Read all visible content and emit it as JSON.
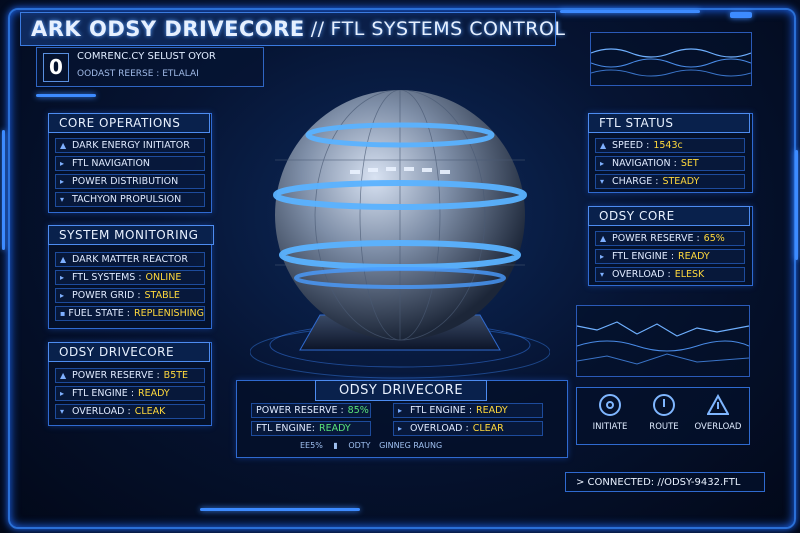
{
  "title": {
    "main": "ARK ODSY DRIVECORE",
    "sep": "//",
    "sub": "FTL SYSTEMS CONTROL"
  },
  "status_box": {
    "number": "0",
    "line1": "COMRENC.CY SELUST OYOR",
    "line2": "OODAST REERSE  :  ETLALAI"
  },
  "core_operations": {
    "title": "CORE OPERATIONS",
    "items": [
      "DARK ENERGY INITIATOR",
      "FTL NAVIGATION",
      "POWER DISTRIBUTION",
      "TACHYON PROPULSION"
    ]
  },
  "system_monitoring": {
    "title": "SYSTEM MONITORING",
    "items": [
      {
        "label": "DARK MATTER REACTOR",
        "value": ""
      },
      {
        "label": "FTL SYSTEMS :",
        "value": "ONLINE"
      },
      {
        "label": "POWER GRID :",
        "value": "STABLE"
      },
      {
        "label": "FUEL STATE :",
        "value": "REPLENISHING"
      }
    ]
  },
  "left_drivecore": {
    "title": "ODSY DRIVECORE",
    "items": [
      {
        "label": "POWER RESERVE :",
        "value": "B5TE"
      },
      {
        "label": "FTL ENGINE :",
        "value": "READY"
      },
      {
        "label": "OVERLOAD :",
        "value": "CLEAK"
      }
    ]
  },
  "center_drivecore": {
    "title": "ODSY DRIVECORE",
    "rows": [
      {
        "label": "POWER RESERVE :",
        "value": "85%"
      },
      {
        "label": "FTL ENGINE :",
        "value": "READY"
      },
      {
        "label": "FTL ENGINE:",
        "value": "READY"
      },
      {
        "label": "OVERLOAD :",
        "value": "CLEAR"
      }
    ],
    "footer": {
      "a": "EE5%",
      "b": "ODTY",
      "c": "GINNEG RAUNG"
    }
  },
  "ftl_status": {
    "title": "FTL STATUS",
    "items": [
      {
        "label": "SPEED :",
        "value": "1543c"
      },
      {
        "label": "NAVIGATION :",
        "value": "SET"
      },
      {
        "label": "CHARGE :",
        "value": "STEADY"
      }
    ]
  },
  "odsy_core": {
    "title": "ODSY CORE",
    "items": [
      {
        "label": "POWER RESERVE :",
        "value": "65%"
      },
      {
        "label": "FTL ENGINE :",
        "value": "READY"
      },
      {
        "label": "OVERLOAD :",
        "value": "ELESK"
      }
    ]
  },
  "actions": [
    {
      "label": "INITIATE",
      "icon": "gear-icon"
    },
    {
      "label": "ROUTE",
      "icon": "clock-icon"
    },
    {
      "label": "OVERLOAD",
      "icon": "warning-icon"
    }
  ],
  "connected": "> CONNECTED: //ODSY-9432.FTL",
  "colors": {
    "accent": "#2f6ad0",
    "glow": "#3d8bff",
    "yellow": "#ffd93d",
    "green": "#59e37a"
  }
}
